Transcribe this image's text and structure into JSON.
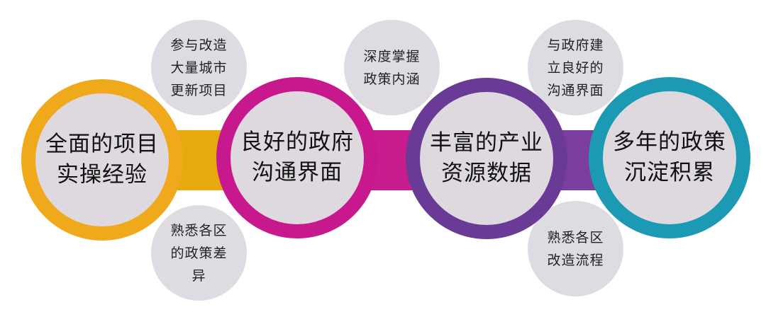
{
  "pillars": [
    {
      "line1": "全面的项目",
      "line2": "实操经验"
    },
    {
      "line1": "良好的政府",
      "line2": "沟通界面"
    },
    {
      "line1": "丰富的产业",
      "line2": "资源数据"
    },
    {
      "line1": "多年的政策",
      "line2": "沉淀积累"
    }
  ],
  "notes": [
    {
      "lines": [
        "参与改造",
        "大量城市",
        "更新项目"
      ]
    },
    {
      "lines": [
        "熟悉各区",
        "的政策差",
        "异"
      ]
    },
    {
      "lines": [
        "深度掌握",
        "政策内涵"
      ]
    },
    {
      "lines": [
        "与政府建",
        "立良好的",
        "沟通界面"
      ]
    },
    {
      "lines": [
        "熟悉各区",
        "改造流程"
      ]
    }
  ],
  "colors": {
    "ring1": "#f0a91a",
    "ring2": "#c8188e",
    "ring3": "#6a3a97",
    "ring4": "#1c9ab4",
    "fill": "#ddd9df"
  }
}
